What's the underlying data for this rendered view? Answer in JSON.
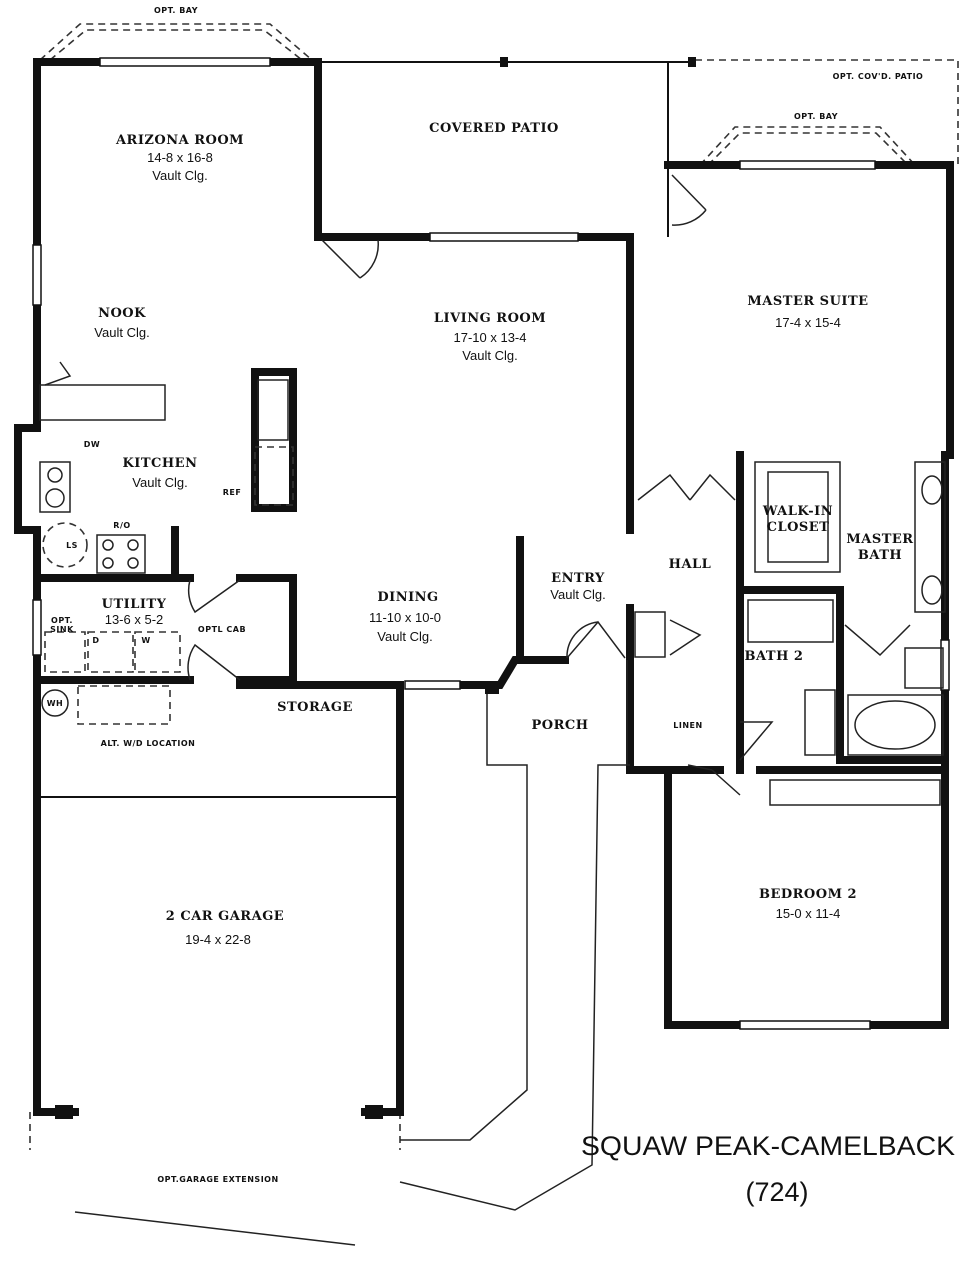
{
  "plan_title": "SQUAW PEAK-CAMELBACK",
  "plan_number": "(724)",
  "rooms": {
    "arizona": {
      "name": "ARIZONA ROOM",
      "size": "14-8 x 16-8",
      "note": "Vault Clg."
    },
    "patio": {
      "name": "COVERED PATIO"
    },
    "nook": {
      "name": "NOOK",
      "note": "Vault Clg."
    },
    "living": {
      "name": "LIVING ROOM",
      "size": "17-10 x 13-4",
      "note": "Vault Clg."
    },
    "master": {
      "name": "MASTER SUITE",
      "size": "17-4 x 15-4"
    },
    "kitchen": {
      "name": "KITCHEN",
      "note": "Vault Clg."
    },
    "closet": {
      "name1": "WALK-IN",
      "name2": "CLOSET"
    },
    "mbath": {
      "name1": "MASTER",
      "name2": "BATH"
    },
    "hall": {
      "name": "HALL"
    },
    "entry": {
      "name": "ENTRY",
      "note": "Vault Clg."
    },
    "dining": {
      "name": "DINING",
      "size": "11-10 x 10-0",
      "note": "Vault Clg."
    },
    "utility": {
      "name": "UTILITY",
      "size": "13-6 x 5-2"
    },
    "bath2": {
      "name": "BATH 2"
    },
    "storage": {
      "name": "STORAGE"
    },
    "porch": {
      "name": "PORCH"
    },
    "garage": {
      "name": "2 CAR GARAGE",
      "size": "19-4 x 22-8"
    },
    "bedroom2": {
      "name": "BEDROOM 2",
      "size": "15-0 x 11-4"
    }
  },
  "labels": {
    "opt_bay_top": "OPT. BAY",
    "opt_bay_master": "OPT. BAY",
    "opt_covd_patio": "OPT. COV'D. PATIO",
    "dw": "DW",
    "ref": "REF",
    "ro": "R/O",
    "ls": "LS",
    "opt_sink1": "OPT.",
    "opt_sink2": "SINK",
    "dryer": "D",
    "washer": "W",
    "optl_cab": "OPTL CAB",
    "wh": "WH",
    "alt_wd": "ALT. W/D LOCATION",
    "linen": "LINEN",
    "opt_garage_ext": "OPT.GARAGE EXTENSION"
  }
}
